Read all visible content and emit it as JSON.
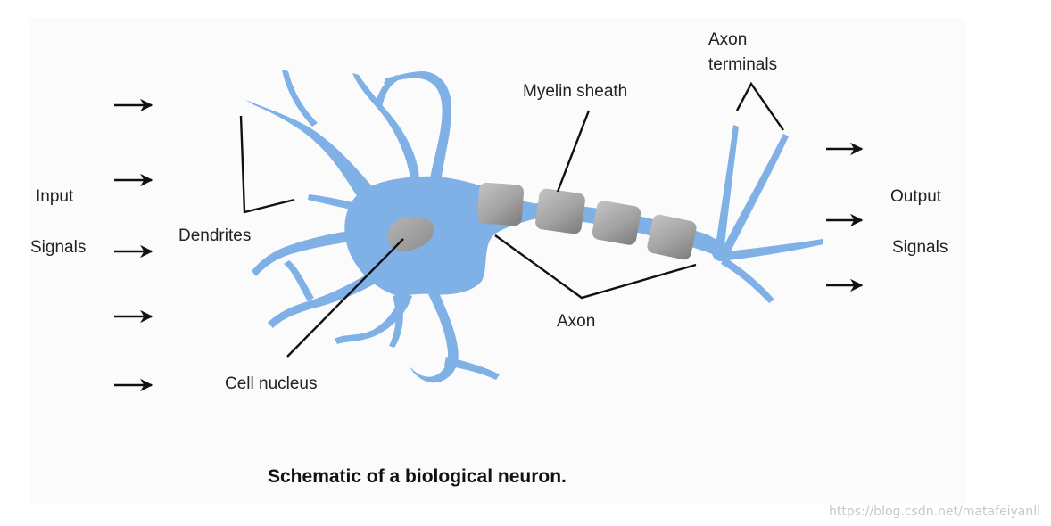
{
  "labels": {
    "input_line1": "Input",
    "input_line2": "Signals",
    "output_line1": "Output",
    "output_line2": "Signals",
    "dendrites": "Dendrites",
    "cell_nucleus": "Cell nucleus",
    "myelin_sheath": "Myelin sheath",
    "axon": "Axon",
    "axon_terminals_line1": "Axon",
    "axon_terminals_line2": "terminals"
  },
  "caption": "Schematic of a biological neuron.",
  "watermark": "https://blog.csdn.net/matafeiyanll",
  "colors": {
    "neuron": "#7fb0e6",
    "myelin": "#a8a8a8",
    "myelin_dark": "#6f6f6f",
    "text": "#222222",
    "background_panel": "#fbfbfb"
  }
}
